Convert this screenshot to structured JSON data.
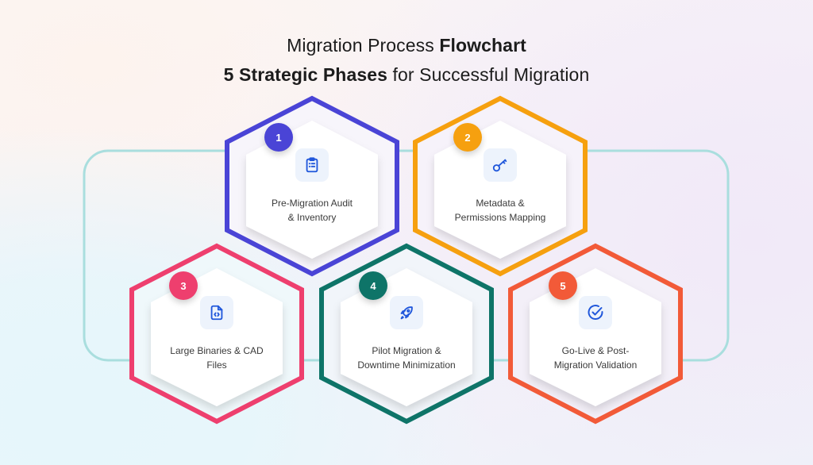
{
  "header": {
    "line1_regular": "Migration Process ",
    "line1_bold": "Flowchart",
    "line2_bold": "5 Strategic Phases",
    "line2_regular": " for Successful Migration"
  },
  "colors": {
    "connector": "#A9DEDE",
    "icon_stroke": "#2057DB",
    "icon_tile_bg": "#EDF3FC"
  },
  "phases": [
    {
      "number": "1",
      "label_line1": "Pre-Migration Audit",
      "label_line2": "& Inventory",
      "icon": "clipboard-list-icon",
      "color": "#4A44D6"
    },
    {
      "number": "2",
      "label_line1": "Metadata &",
      "label_line2": "Permissions Mapping",
      "icon": "key-icon",
      "color": "#F6A00F"
    },
    {
      "number": "3",
      "label_line1": "Large Binaries & CAD",
      "label_line2": "Files",
      "icon": "code-file-icon",
      "color": "#EE3F6E"
    },
    {
      "number": "4",
      "label_line1": "Pilot Migration &",
      "label_line2": "Downtime Minimization",
      "icon": "rocket-icon",
      "color": "#0E7468"
    },
    {
      "number": "5",
      "label_line1": "Go-Live & Post-",
      "label_line2": "Migration Validation",
      "icon": "check-circle-icon",
      "color": "#F25A38"
    }
  ]
}
